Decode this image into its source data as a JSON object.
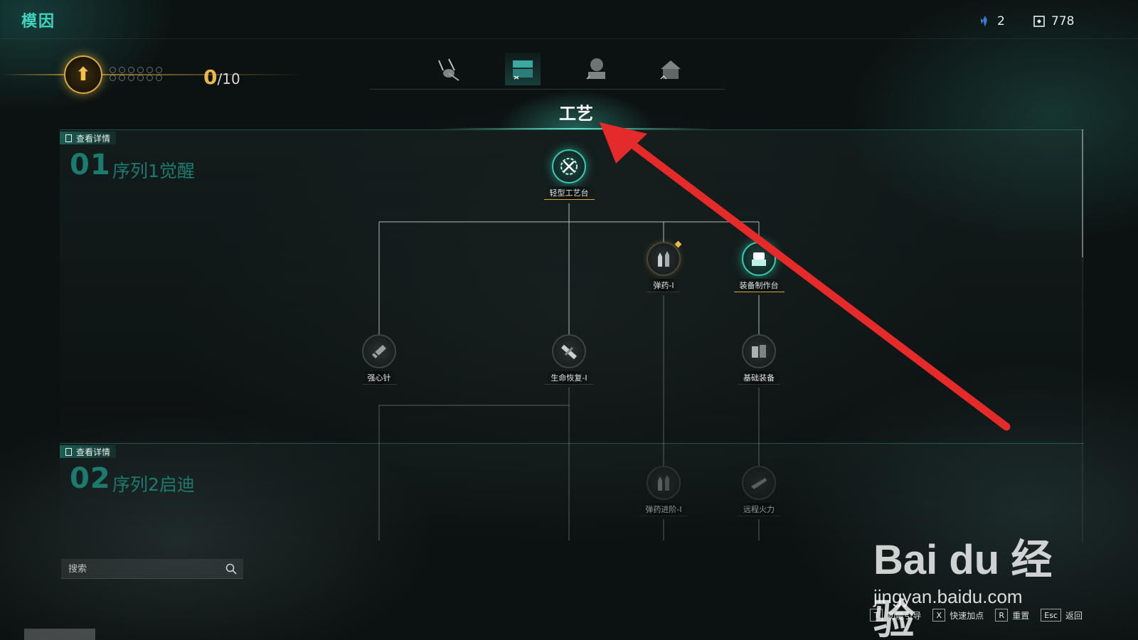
{
  "header": {
    "title": "模因",
    "currency_a": "2",
    "currency_b": "778"
  },
  "level": {
    "current": "0",
    "max": "/10",
    "progress_fraction": 0
  },
  "category_tabs": [
    {
      "icon": "insect-icon",
      "active": false
    },
    {
      "icon": "workbench-icon",
      "active": true
    },
    {
      "icon": "tree-planter-icon",
      "active": false
    },
    {
      "icon": "house-icon",
      "active": false
    }
  ],
  "section_title": "工艺",
  "sequences": [
    {
      "tag": "查看详情",
      "num": "01",
      "name": "序列1觉醒"
    },
    {
      "tag": "查看详情",
      "num": "02",
      "name": "序列2启迪"
    }
  ],
  "nodes": {
    "light_workbench": "轻型工艺台",
    "ammo_1": "弹药-I",
    "equipment_crafting": "装备制作台",
    "stim": "强心针",
    "life_recovery": "生命恢复-I",
    "basic_equipment": "基础装备",
    "ammo_advanced": "弹药进阶-I",
    "ranged_fire": "远程火力"
  },
  "search": {
    "placeholder": "搜索"
  },
  "hints": [
    {
      "key": "T",
      "label": "功能引导"
    },
    {
      "key": "X",
      "label": "快速加点"
    },
    {
      "key": "R",
      "label": "重置"
    },
    {
      "key": "Esc",
      "label": "返回"
    }
  ],
  "watermark": {
    "brand": "Bai du 经验",
    "url": "jingyan.baidu.com"
  },
  "colors": {
    "accent": "#35c9b2",
    "gold": "#e7b94a",
    "annotation": "#e52a2a"
  }
}
